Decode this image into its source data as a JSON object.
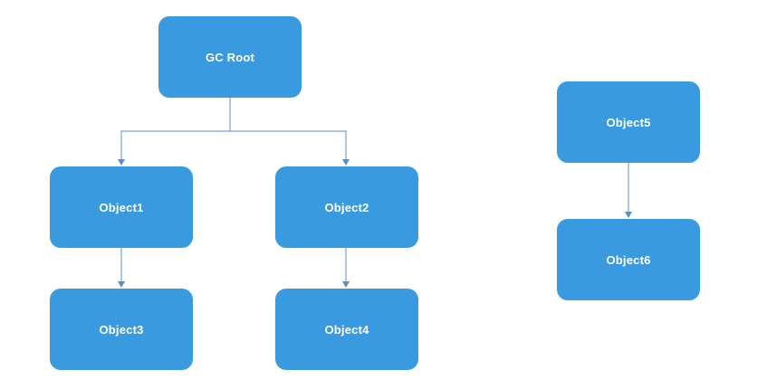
{
  "colors": {
    "node_fill": "#3a9ae0",
    "node_text": "#ffffff",
    "edge": "#5b8fbf",
    "background": "#ffffff"
  },
  "nodes": {
    "gc_root": {
      "label": "GC Root"
    },
    "object1": {
      "label": "Object1"
    },
    "object2": {
      "label": "Object2"
    },
    "object3": {
      "label": "Object3"
    },
    "object4": {
      "label": "Object4"
    },
    "object5": {
      "label": "Object5"
    },
    "object6": {
      "label": "Object6"
    }
  },
  "edges": [
    {
      "from": "gc_root",
      "to": "object1"
    },
    {
      "from": "gc_root",
      "to": "object2"
    },
    {
      "from": "object1",
      "to": "object3"
    },
    {
      "from": "object2",
      "to": "object4"
    },
    {
      "from": "object5",
      "to": "object6"
    }
  ]
}
